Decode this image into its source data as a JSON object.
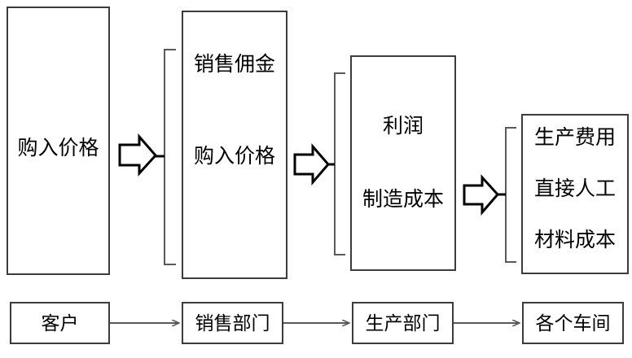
{
  "diagram": {
    "title": "Cost structure breakdown flow",
    "colors": {
      "box_border": "#3c3c3c",
      "bracket": "#595959",
      "arrow_outline": "#000000",
      "connector": "#595959",
      "text": "#000000",
      "background": "#ffffff"
    },
    "top_row": {
      "boxes": [
        {
          "name": "purchase-price-box",
          "labels": [
            "购入价格"
          ]
        },
        {
          "name": "sales-commission-box",
          "labels": [
            "销售佣金",
            "购入价格"
          ]
        },
        {
          "name": "profit-cost-box",
          "labels": [
            "利润",
            "制造成本"
          ]
        },
        {
          "name": "manufacturing-detail-box",
          "labels": [
            "生产费用",
            "直接人工",
            "材料成本"
          ]
        }
      ],
      "arrows": [
        {
          "name": "block-arrow-1"
        },
        {
          "name": "block-arrow-2"
        },
        {
          "name": "block-arrow-3"
        }
      ],
      "brackets": [
        {
          "name": "bracket-1"
        },
        {
          "name": "bracket-2"
        },
        {
          "name": "bracket-3"
        }
      ]
    },
    "bottom_row": {
      "boxes": [
        {
          "name": "customer-box",
          "label": "客户"
        },
        {
          "name": "sales-dept-box",
          "label": "销售部门"
        },
        {
          "name": "production-dept-box",
          "label": "生产部门"
        },
        {
          "name": "workshops-box",
          "label": "各个车间"
        }
      ],
      "arrows": [
        {
          "name": "flow-arrow-1"
        },
        {
          "name": "flow-arrow-2"
        },
        {
          "name": "flow-arrow-3"
        }
      ]
    }
  }
}
